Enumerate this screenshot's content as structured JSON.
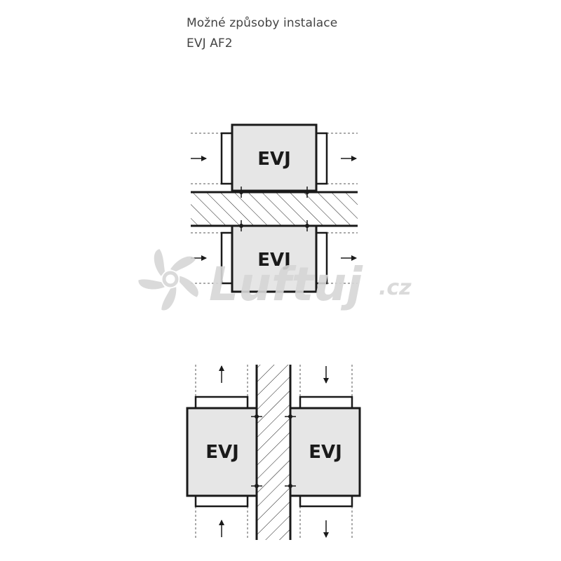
{
  "caption": {
    "line1": "Možné způsoby instalace",
    "line2": "EVJ AF2"
  },
  "unit_label": "EVJ",
  "watermark": {
    "text": "Luftuj",
    "suffix": ".cz",
    "icon": "fan-icon"
  },
  "colors": {
    "unit_fill": "#e6e6e6",
    "stroke": "#1a1a1a",
    "watermark": "#d6d6d6"
  }
}
